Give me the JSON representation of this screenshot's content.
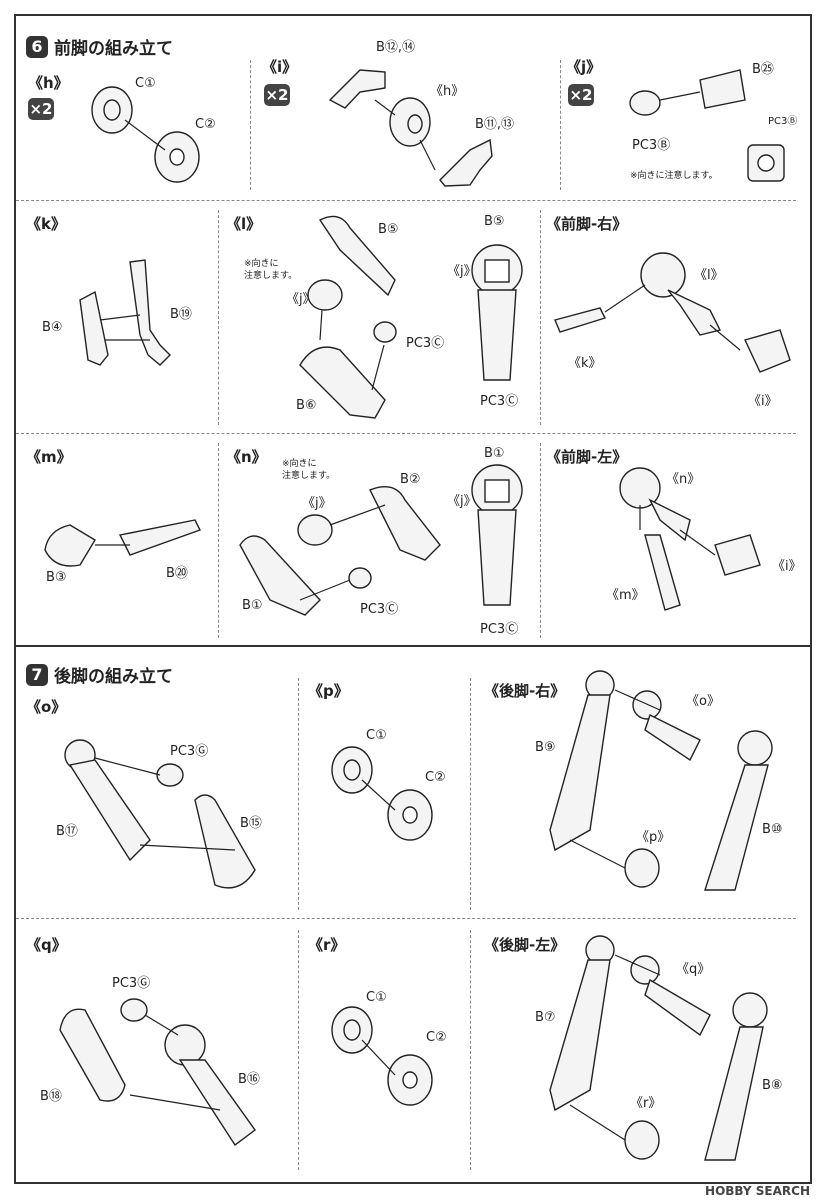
{
  "sections": [
    {
      "number": "6",
      "title": "前脚の組み立て"
    },
    {
      "number": "7",
      "title": "後脚の組み立て"
    }
  ],
  "multiplier": "×2",
  "panels": {
    "h": {
      "label": "《h》",
      "parts": [
        "C①",
        "C②"
      ]
    },
    "i": {
      "label": "《i》",
      "parts": [
        "B⑫,⑭",
        "《h》",
        "B⑪,⑬"
      ]
    },
    "j": {
      "label": "《j》",
      "parts": [
        "B㉕",
        "PC3Ⓑ",
        "PC3Ⓑ"
      ],
      "note": "※向きに注意します。"
    },
    "k": {
      "label": "《k》",
      "parts": [
        "B④",
        "B⑲"
      ]
    },
    "l": {
      "label": "《l》",
      "parts": [
        "B⑤",
        "《j》",
        "PC3Ⓒ",
        "B⑥",
        "B⑤",
        "《j》",
        "PC3Ⓒ"
      ],
      "note": "※向きに\n注意します。"
    },
    "front_right": {
      "label": "《前脚-右》",
      "parts": [
        "《l》",
        "《k》",
        "《i》"
      ]
    },
    "m": {
      "label": "《m》",
      "parts": [
        "B③",
        "B⑳"
      ]
    },
    "n": {
      "label": "《n》",
      "parts": [
        "B②",
        "《j》",
        "B①",
        "PC3Ⓒ",
        "B①",
        "《j》",
        "PC3Ⓒ"
      ],
      "note": "※向きに\n注意します。"
    },
    "front_left": {
      "label": "《前脚-左》",
      "parts": [
        "《n》",
        "《m》",
        "《i》"
      ]
    },
    "o": {
      "label": "《o》",
      "parts": [
        "PC3Ⓖ",
        "B⑰",
        "B⑮"
      ]
    },
    "p": {
      "label": "《p》",
      "parts": [
        "C①",
        "C②"
      ]
    },
    "rear_right": {
      "label": "《後脚-右》",
      "parts": [
        "B⑨",
        "《o》",
        "《p》",
        "B⑩"
      ]
    },
    "q": {
      "label": "《q》",
      "parts": [
        "PC3Ⓖ",
        "B⑱",
        "B⑯"
      ]
    },
    "r": {
      "label": "《r》",
      "parts": [
        "C①",
        "C②"
      ]
    },
    "rear_left": {
      "label": "《後脚-左》",
      "parts": [
        "B⑦",
        "《q》",
        "《r》",
        "B⑧"
      ]
    }
  },
  "watermark": "HOBBY SEARCH"
}
